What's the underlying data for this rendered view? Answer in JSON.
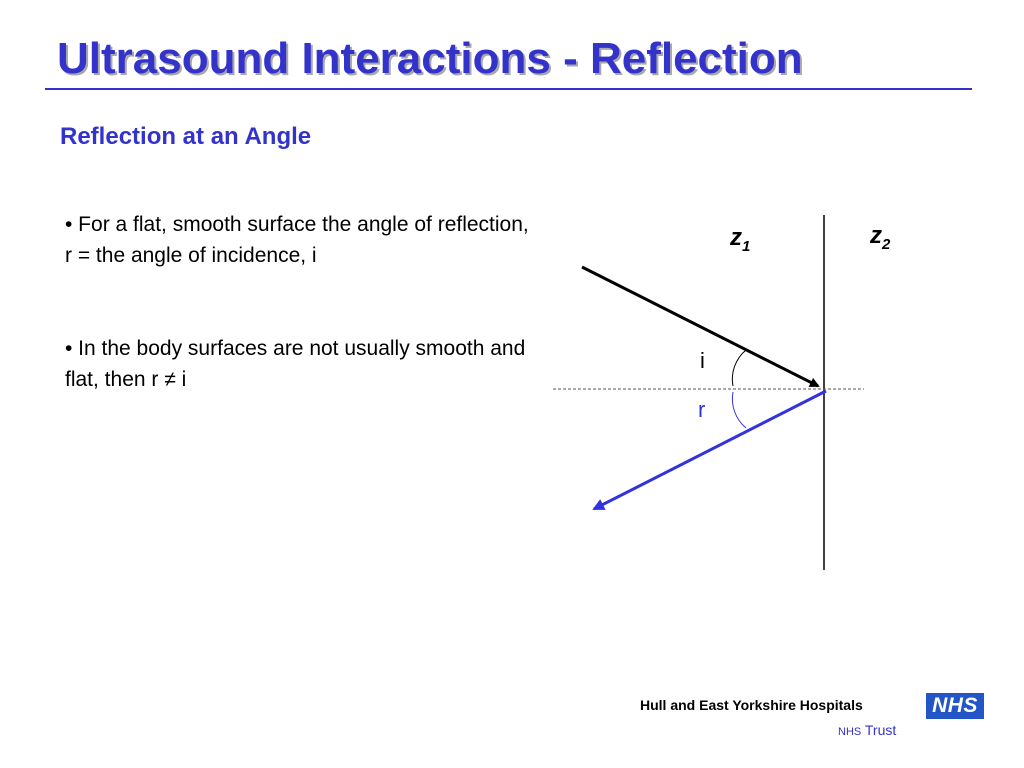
{
  "slide": {
    "title": "Ultrasound Interactions - Reflection",
    "subtitle": "Reflection at an Angle",
    "bullets": [
      "• For a flat, smooth surface the angle of reflection, r = the angle of incidence, i",
      "• In the body surfaces are not usually smooth and flat, then r ≠ i"
    ]
  },
  "diagram": {
    "z1_letter": "z",
    "z1_sub": "1",
    "z2_letter": "z",
    "z2_sub": "2",
    "incidence_label": "i",
    "reflection_label": "r",
    "colors": {
      "incident_ray": "#000000",
      "reflected_ray": "#3333dd",
      "interface": "#000000",
      "normal": "#555555"
    }
  },
  "footer": {
    "organisation": "Hull and East Yorkshire Hospitals",
    "trust_prefix": "NHS",
    "trust_word": "Trust",
    "logo_text": "NHS"
  },
  "colors": {
    "heading": "#3333cc",
    "logo_bg": "#2256c6"
  }
}
